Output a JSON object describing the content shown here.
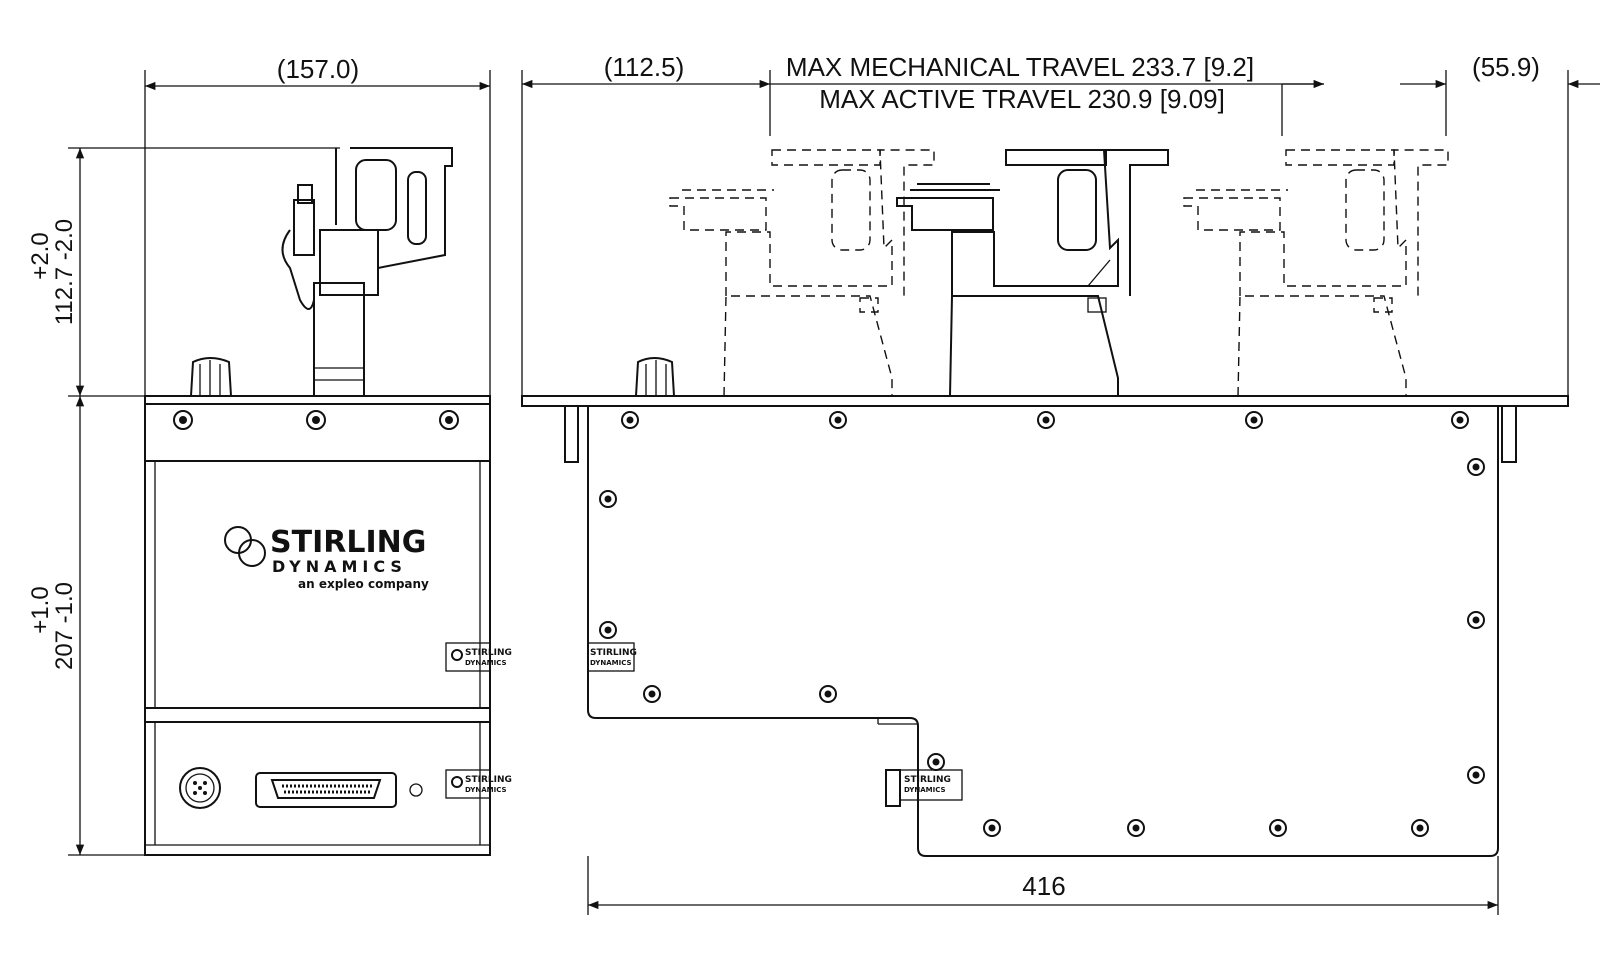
{
  "dimensions": {
    "front_width": "157.0",
    "left_travel": "112.5",
    "right_travel": "55.9",
    "max_mechanical": "MAX MECHANICAL TRAVEL 233.7 [9.2]",
    "max_active": "MAX ACTIVE TRAVEL 230.9 [9.09]",
    "upper_height_plus": "+2.0",
    "upper_height": "112.7 -2.0",
    "lower_height_plus": "+1.0",
    "lower_height": "207 -1.0",
    "overall_length": "416"
  },
  "logo": {
    "line1": "STIRLING",
    "line2": "DYNAMICS",
    "tagline": "an expleo company",
    "badge_line1": "STIRLING",
    "badge_line2": "DYNAMICS"
  },
  "colors": {
    "line": "#111111",
    "background": "#ffffff"
  }
}
